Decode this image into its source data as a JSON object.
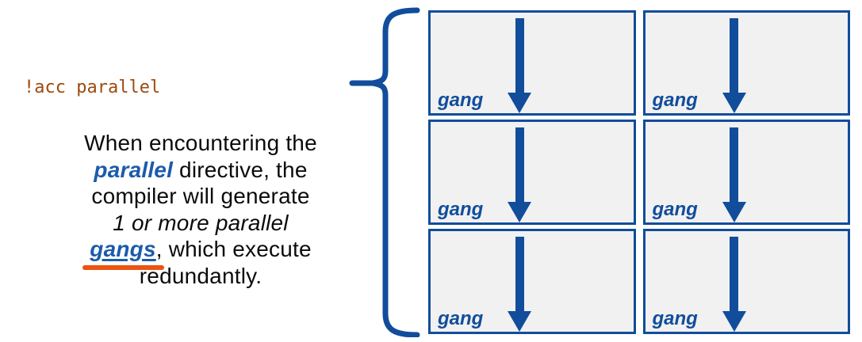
{
  "code_label": "!acc parallel",
  "description": {
    "line1": "When encountering the",
    "line2_highlight": "parallel",
    "line2_rest": " directive, the",
    "line3": "compiler will generate",
    "line4_italic": "1 or more parallel",
    "line5_highlight": "gangs",
    "line5_rest": ", which execute",
    "line6": "redundantly."
  },
  "gang_grid": {
    "rows": 3,
    "columns": 2,
    "box_count": 6,
    "cells": [
      {
        "label": "gang"
      },
      {
        "label": "gang"
      },
      {
        "label": "gang"
      },
      {
        "label": "gang"
      },
      {
        "label": "gang"
      },
      {
        "label": "gang"
      }
    ]
  },
  "colors": {
    "shape_blue": "#114D9B",
    "text_blue": "#1C5BAC",
    "code_brown": "#9E4A0E",
    "underline_orange": "#EE5210",
    "box_background": "#F1F1F2",
    "body_text": "#0B0B0B"
  }
}
